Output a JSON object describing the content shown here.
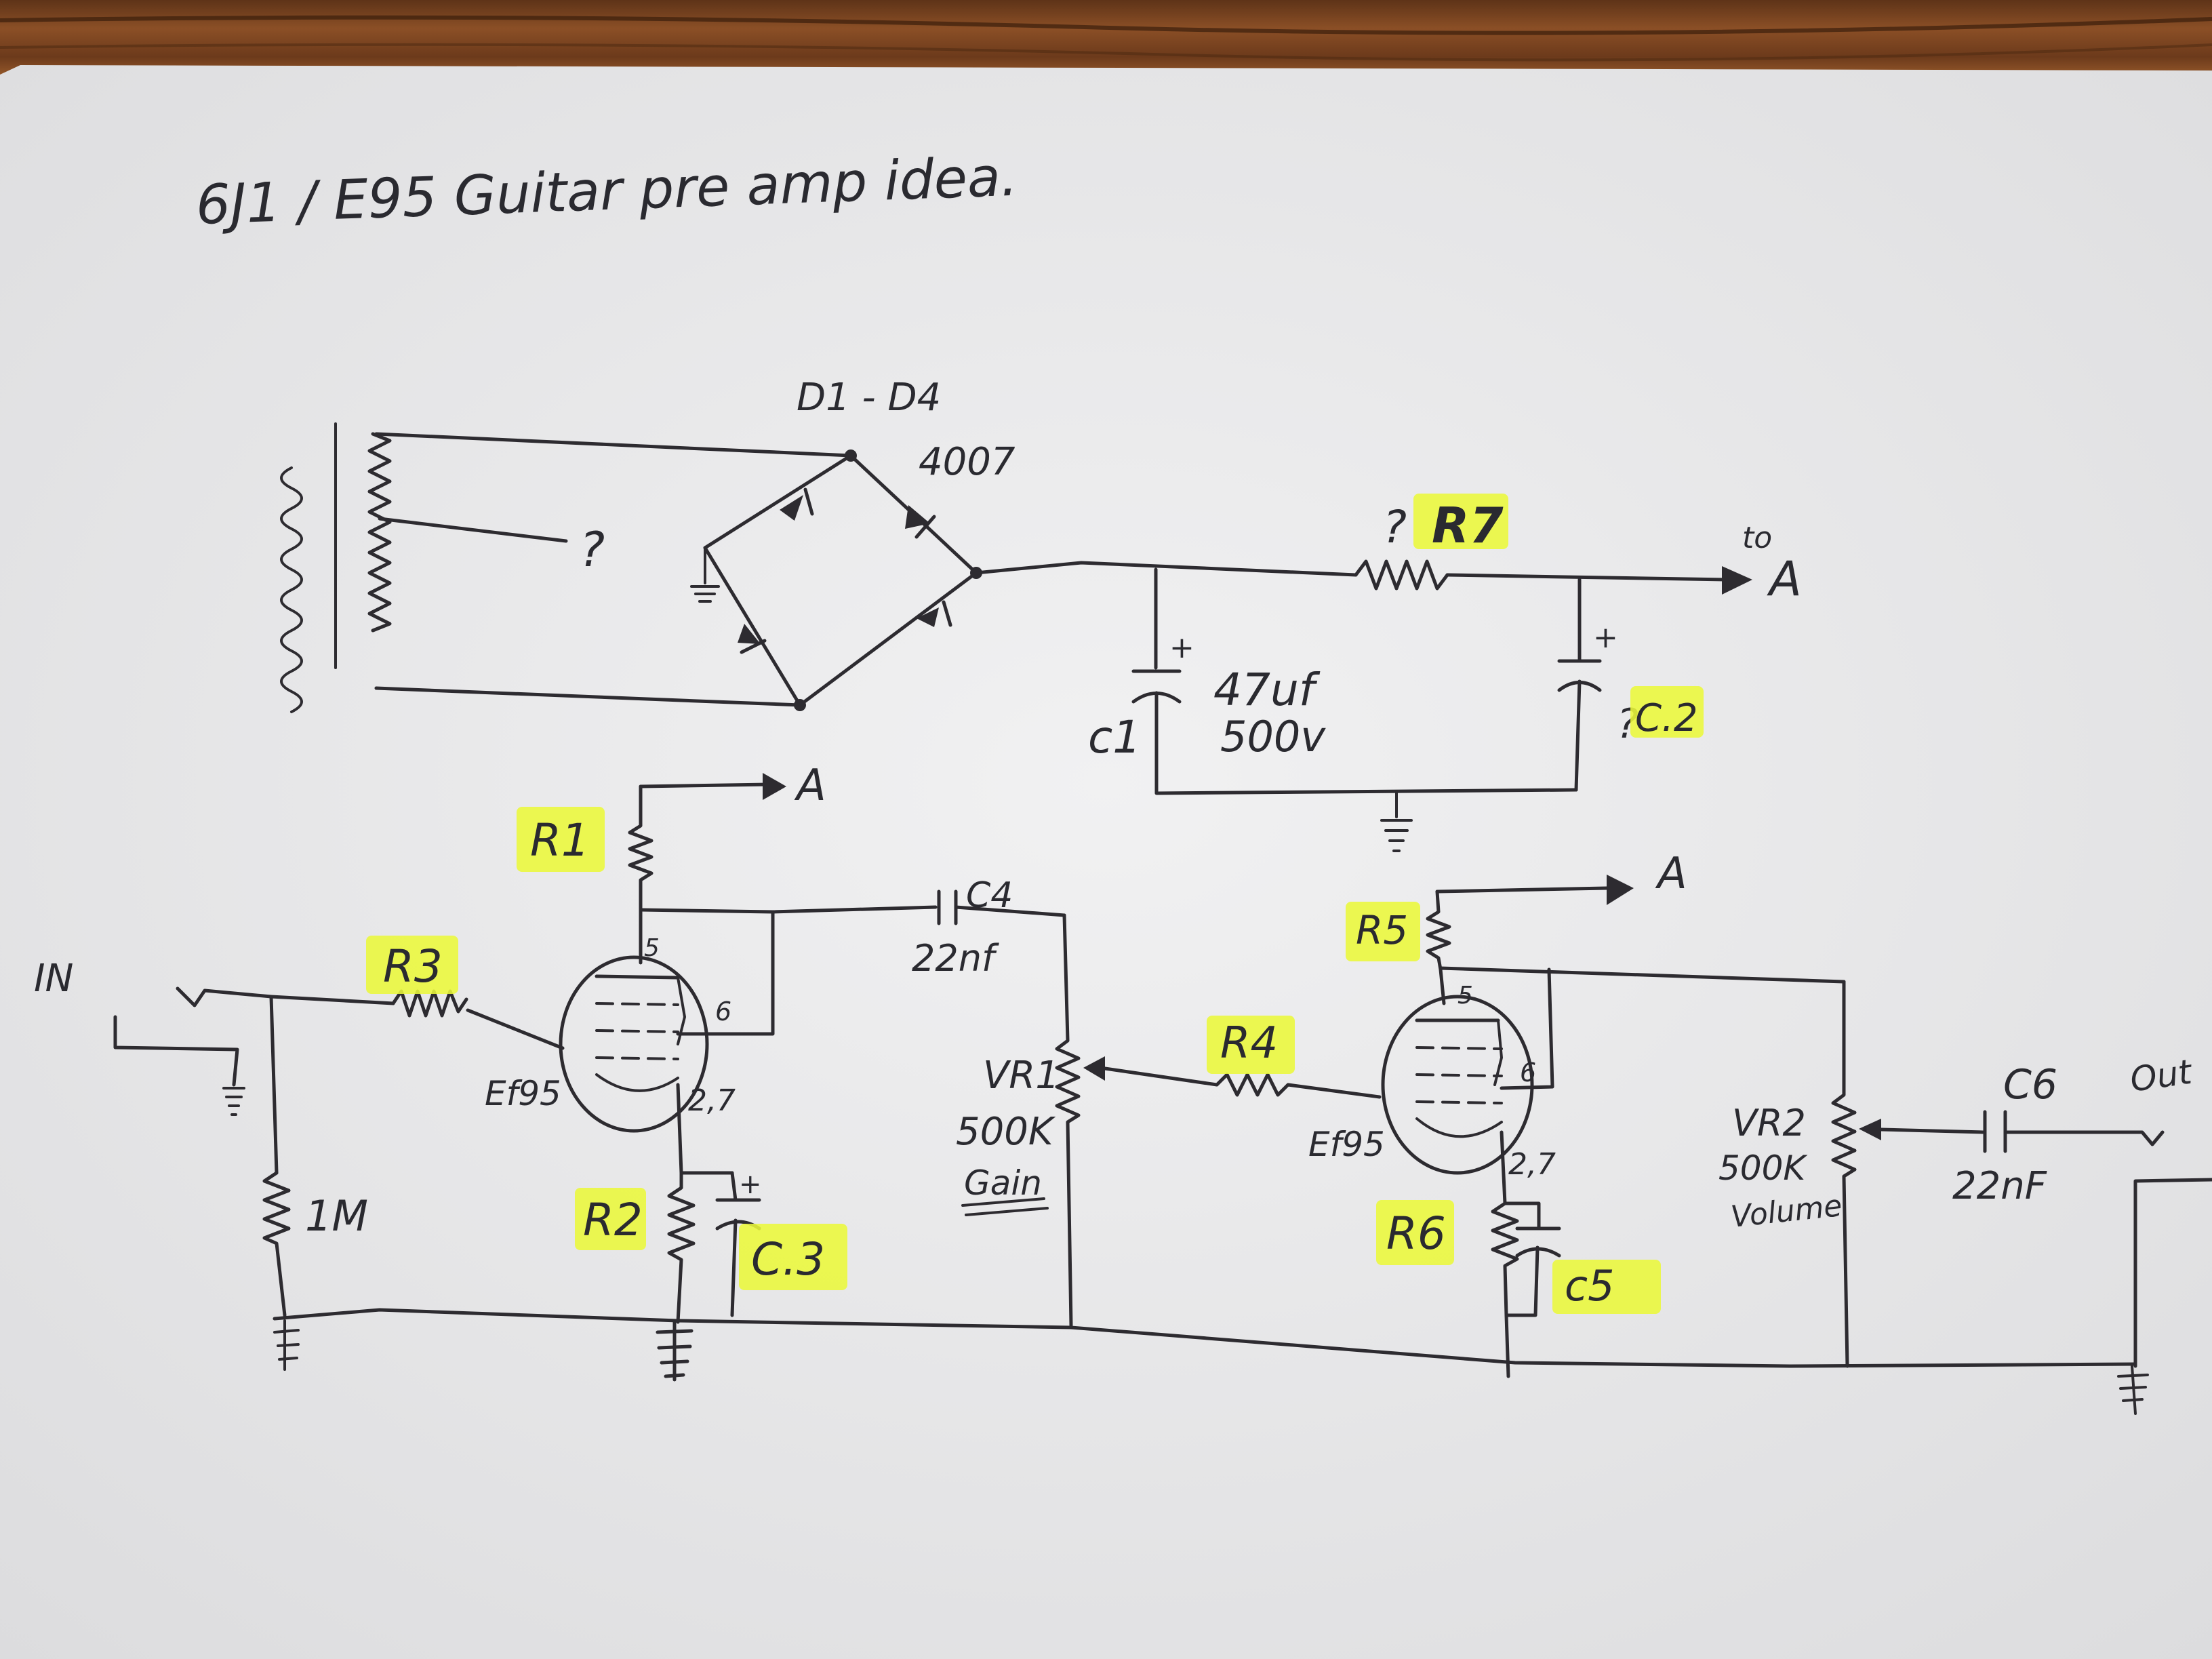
{
  "title": "6J1 / E95   Guitar pre amp idea.",
  "colors": {
    "paper": "#ededee",
    "ink": "#2d2b30",
    "highlighter": "#eaf83a",
    "wood": "#7a4522"
  },
  "power_supply": {
    "rectifier_label": "D1 - D4",
    "diode_part": "4007",
    "unknown_tap": "?",
    "r7_question": "?",
    "r7_label": "R7",
    "to_label": "to",
    "rail_a": "A",
    "c1_label": "c1",
    "c1_polarity": "+",
    "c1_value": "47uf",
    "c1_voltage": "500v",
    "c2_question": "?",
    "c2_label": "C.2",
    "c2_polarity": "+"
  },
  "stage1": {
    "input_label": "IN",
    "r3_label": "R3",
    "r1_label": "R1",
    "rail_a": "A",
    "grid_leak": "1M",
    "tube_label": "Ef95",
    "pin5": "5",
    "pin6": "6",
    "pin27": "2,7",
    "r2_label": "R2",
    "c3_label": "C.3",
    "c3_polarity": "+",
    "c4_label": "C4",
    "c4_value": "22nf"
  },
  "stage2": {
    "vr1_label": "VR1",
    "vr1_value": "500K",
    "vr1_name": "Gain",
    "r4_label": "R4",
    "r5_label": "R5",
    "rail_a": "A",
    "tube_label": "Ef95",
    "pin5": "5",
    "pin6": "6",
    "pin27": "2,7",
    "r6_label": "R6",
    "c5_label": "c5",
    "vr2_label": "VR2",
    "vr2_value": "500K",
    "vr2_name": "Volume",
    "c6_label": "C6",
    "c6_value": "22nF",
    "output_label": "Out"
  }
}
